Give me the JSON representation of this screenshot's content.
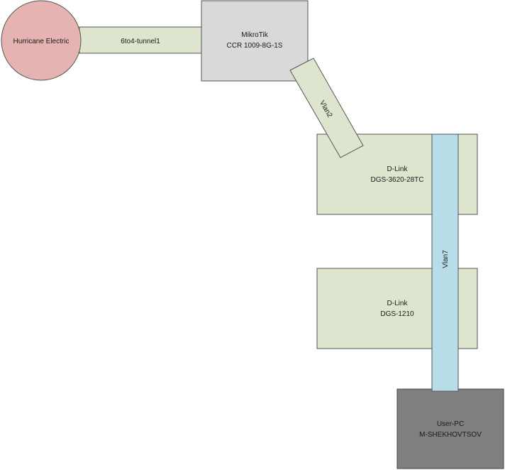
{
  "nodes": {
    "isp": {
      "label": "Hurricane Electric",
      "color": "#e6b3b3"
    },
    "router": {
      "line1": "MikroTik",
      "line2": "CCR 1009-8G-1S",
      "color": "#d9d9d9"
    },
    "core_switch": {
      "line1": "D-Link",
      "line2": "DGS-3620-28TC",
      "color": "#dde5cf"
    },
    "access_switch": {
      "line1": "D-Link",
      "line2": "DGS-1210",
      "color": "#dde5cf"
    },
    "pc": {
      "line1": "User-PC",
      "line2": "M-SHEKHOVTSOV",
      "color": "#7f7f7f"
    }
  },
  "links": {
    "tunnel": {
      "label": "6to4-tunnel1",
      "color": "#dde5cf"
    },
    "vlan2": {
      "label": "Vlan2",
      "color": "#dde5cf"
    },
    "vlan7": {
      "label": "Vlan7",
      "color": "#b7dde8"
    }
  }
}
